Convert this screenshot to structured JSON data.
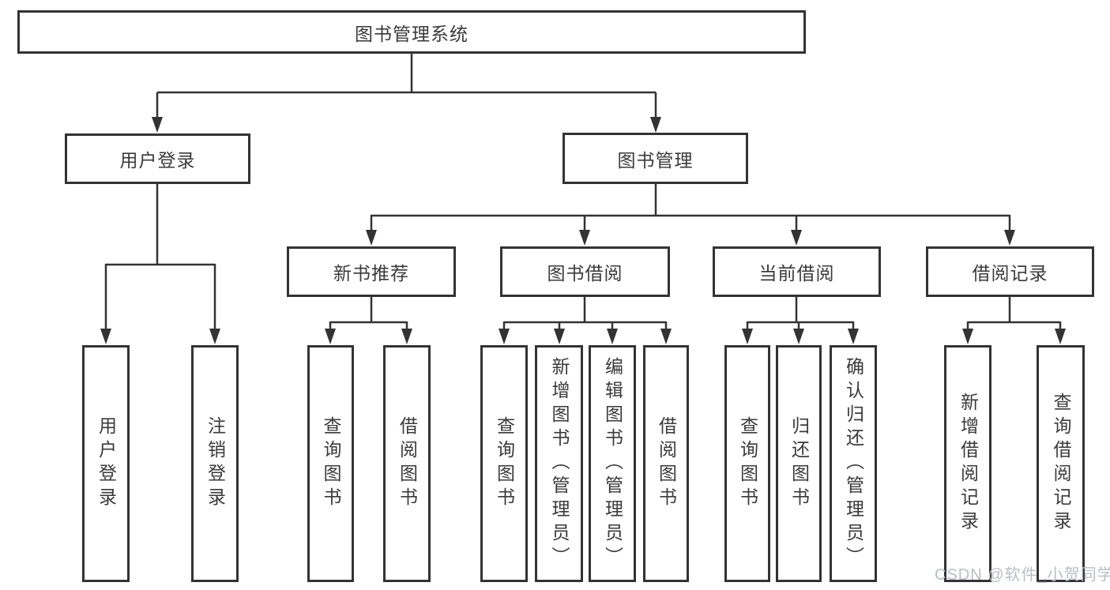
{
  "diagram": {
    "type": "hierarchy-tree",
    "tree": {
      "root": "图书管理系统",
      "children": [
        {
          "label": "用户登录",
          "children": [
            {
              "label": "用户登录"
            },
            {
              "label": "注销登录"
            }
          ]
        },
        {
          "label": "图书管理",
          "children": [
            {
              "label": "新书推荐",
              "children": [
                {
                  "label": "查询图书"
                },
                {
                  "label": "借阅图书"
                }
              ]
            },
            {
              "label": "图书借阅",
              "children": [
                {
                  "label": "查询图书"
                },
                {
                  "label": "新增图书（管理员）"
                },
                {
                  "label": "编辑图书（管理员）"
                },
                {
                  "label": "借阅图书"
                }
              ]
            },
            {
              "label": "当前借阅",
              "children": [
                {
                  "label": "查询图书"
                },
                {
                  "label": "归还图书"
                },
                {
                  "label": "确认归还（管理员）"
                }
              ]
            },
            {
              "label": "借阅记录",
              "children": [
                {
                  "label": "新增借阅记录"
                },
                {
                  "label": "查询借阅记录"
                }
              ]
            }
          ]
        }
      ]
    }
  },
  "watermark": {
    "text": "CSDN @软件_小贺同学"
  },
  "colors": {
    "line": "#333333",
    "box_border": "#333333",
    "text": "#3a3a3a",
    "background": "#ffffff",
    "watermark": "#b9bdc3"
  }
}
